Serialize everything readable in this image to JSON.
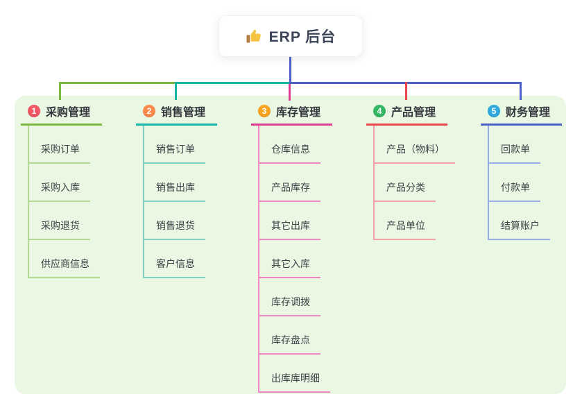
{
  "root": {
    "title": "ERP 后台",
    "icon": "thumbs-up-icon",
    "line_color": "#4c5ec7"
  },
  "panel": {
    "background": "#eaf7e2"
  },
  "branches": [
    {
      "number": "1",
      "label": "采购管理",
      "badge_color": "#f25764",
      "color": "#7cb93e",
      "sub_color": "#b3da92",
      "children": [
        "采购订单",
        "采购入库",
        "采购退货",
        "供应商信息"
      ]
    },
    {
      "number": "2",
      "label": "销售管理",
      "badge_color": "#fb8b4c",
      "color": "#14b5a5",
      "sub_color": "#7fd1c8",
      "children": [
        "销售订单",
        "销售出库",
        "销售退货",
        "客户信息"
      ]
    },
    {
      "number": "3",
      "label": "库存管理",
      "badge_color": "#f9a41f",
      "color": "#dd3d92",
      "sub_color": "#ee87c4",
      "children": [
        "仓库信息",
        "产品库存",
        "其它出库",
        "其它入库",
        "库存调拨",
        "库存盘点",
        "出库库明细"
      ]
    },
    {
      "number": "4",
      "label": "产品管理",
      "badge_color": "#36b766",
      "color": "#e8454d",
      "sub_color": "#f5a0a5",
      "children": [
        "产品（物料）",
        "产品分类",
        "产品单位"
      ]
    },
    {
      "number": "5",
      "label": "财务管理",
      "badge_color": "#2fa9de",
      "color": "#4c5ec7",
      "sub_color": "#97abe6",
      "children": [
        "回款单",
        "付款单",
        "结算账户"
      ]
    }
  ]
}
